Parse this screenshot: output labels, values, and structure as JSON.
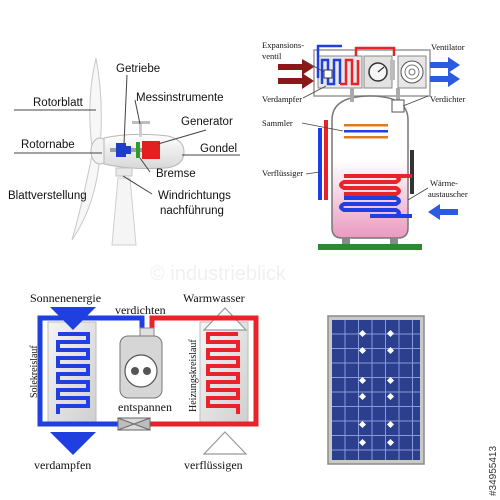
{
  "watermark": "© industrieblick",
  "stock_id": "#34955413",
  "wind_turbine": {
    "labels": {
      "gearbox": "Getriebe",
      "rotor_blade": "Rotorblatt",
      "instruments": "Messinstrumente",
      "generator": "Generator",
      "rotor_hub": "Rotornabe",
      "nacelle": "Gondel",
      "brake": "Bremse",
      "pitch": "Blattverstellung",
      "yaw_line1": "Windrichtungs",
      "yaw_line2": "nachführung"
    }
  },
  "storage_heat_pump": {
    "labels": {
      "expansion_line1": "Expansions-",
      "expansion_line2": "ventil",
      "fan": "Ventilator",
      "evaporator": "Verdampfer",
      "compressor": "Verdichter",
      "collector": "Sammler",
      "condenser": "Verflüssiger",
      "exchanger_line1": "Wärme-",
      "exchanger_line2": "austauscher"
    }
  },
  "heat_pump_cycle": {
    "labels": {
      "solar": "Sonnenenergie",
      "compress": "verdichten",
      "hot_water": "Warmwasser",
      "brine_loop": "Solekreislauf",
      "heating_loop": "Heizungskreislauf",
      "expand": "entspannen",
      "evaporate": "verdampfen",
      "condense": "verflüssigen"
    }
  },
  "colors": {
    "cold": "#1f3fe0",
    "hot": "#e8232a",
    "panel": "#2b3f8e",
    "ground": "#2f8a2f",
    "tank_pink": "#f0b8d0"
  }
}
